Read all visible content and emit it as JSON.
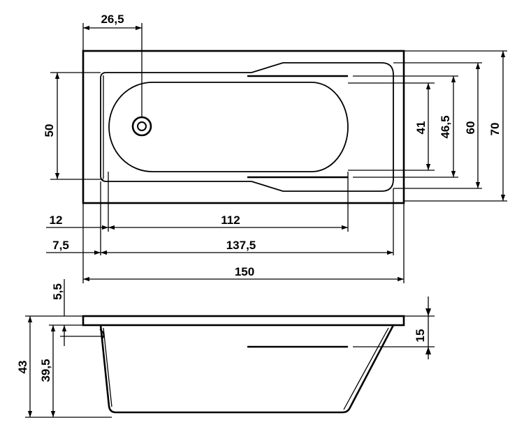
{
  "dimensions": {
    "drain_offset": "26,5",
    "inner_width": "50",
    "basin_width": "41",
    "rim_inner_width": "46,5",
    "inner_top_width": "60",
    "outer_width": "70",
    "left_offset_basin": "12",
    "basin_length": "112",
    "left_offset_inner": "7,5",
    "inner_length": "137,5",
    "outer_length": "150",
    "rim_thickness": "5,5",
    "total_height": "43",
    "inner_depth": "39,5",
    "side_height": "15"
  }
}
